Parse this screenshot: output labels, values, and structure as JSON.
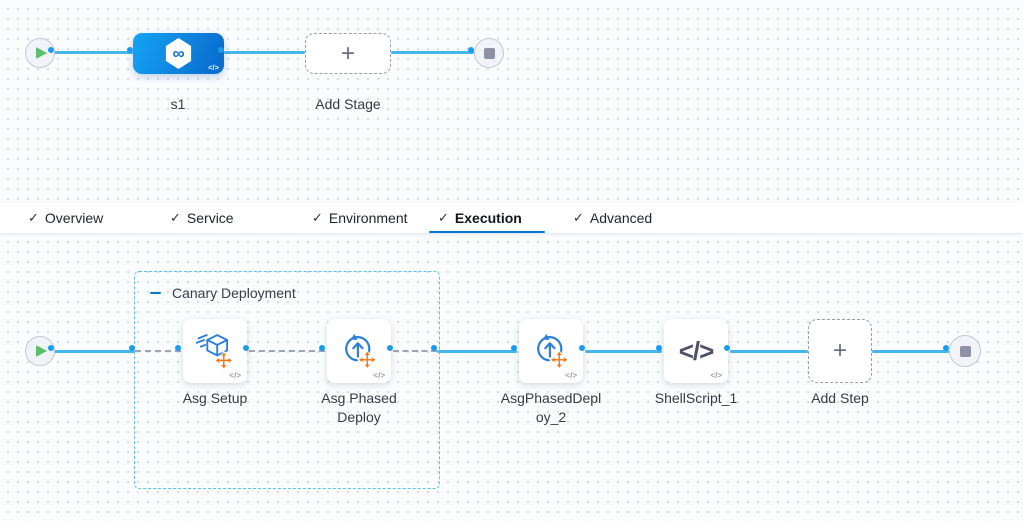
{
  "icons": {
    "check": "✓",
    "plus": "+",
    "code": "</>",
    "infinity": "∞"
  },
  "colors": {
    "accent_blue": "#0278d5",
    "line_blue": "#45b7f0",
    "connector_ring_blue": "#189bf0",
    "group_border_blue": "#55c3ef",
    "orange_arrows": "#f87416",
    "stage_gradient_start": "#15a3f3",
    "stage_gradient_end": "#0a6ed0",
    "play_green": "#59bf68",
    "stop_gray": "#8e90a5"
  },
  "stage_pipeline": {
    "stage_name": "s1",
    "add_stage_label": "Add Stage"
  },
  "tabs": {
    "items": [
      {
        "label": "Overview",
        "active": false
      },
      {
        "label": "Service",
        "active": false
      },
      {
        "label": "Environment",
        "active": false
      },
      {
        "label": "Execution",
        "active": true
      },
      {
        "label": "Advanced",
        "active": false
      }
    ]
  },
  "execution": {
    "group_label": "Canary Deployment",
    "steps": [
      {
        "name": "Asg Setup"
      },
      {
        "name": "Asg Phased Deploy"
      },
      {
        "name": "AsgPhasedDeploy_2"
      },
      {
        "name": "ShellScript_1"
      }
    ],
    "add_step_label": "Add Step"
  }
}
